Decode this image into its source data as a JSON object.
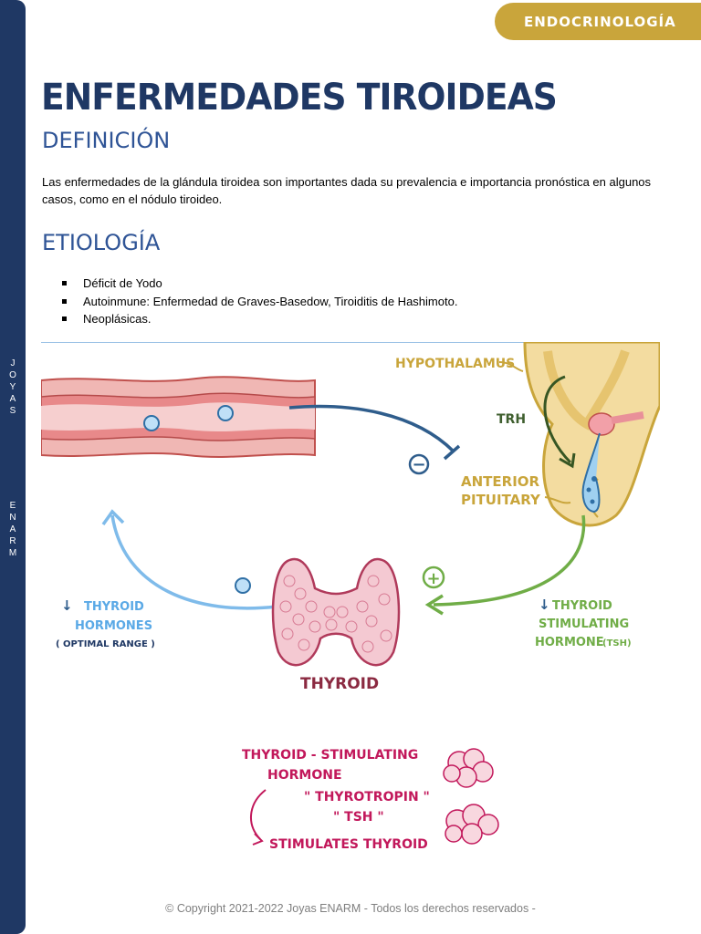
{
  "header": {
    "tag": "ENDOCRINOLOGÍA"
  },
  "sidebar": {
    "word1": [
      "J",
      "O",
      "Y",
      "A",
      "S"
    ],
    "word2": [
      "E",
      "N",
      "A",
      "R",
      "M"
    ]
  },
  "title": "ENFERMEDADES TIROIDEAS",
  "definicion": {
    "heading": "DEFINICIÓN",
    "text": "Las enfermedades de la glándula tiroidea son importantes dada su prevalencia e importancia pronóstica en algunos casos, como en el nódulo tiroideo."
  },
  "etiologia": {
    "heading": "ETIOLOGÍA",
    "items": [
      "Déficit de Yodo",
      "Autoinmune: Enfermedad de Graves-Basedow, Tiroiditis de Hashimoto.",
      "Neoplásicas."
    ]
  },
  "diagram": {
    "hypothalamus": "HYPOTHALAMUS",
    "trh": "TRH",
    "anterior": "ANTERIOR",
    "pituitary": "PITUITARY",
    "minus": "−",
    "plus": "+",
    "down_arrow": "↓",
    "thyroid_hormones_1": "THYROID",
    "thyroid_hormones_2": "HORMONES",
    "optimal_range": "( OPTIMAL RANGE )",
    "tsh_1": "THYROID",
    "tsh_2": "STIMULATING",
    "tsh_3": "HORMONE",
    "tsh_abbr": "(TSH)",
    "thyroid": "THYROID"
  },
  "note": {
    "line1": "THYROID - STIMULATING",
    "line2": "HORMONE",
    "line3": "\" THYROTROPIN \"",
    "line4": "\" TSH \"",
    "line5": "STIMULATES THYROID"
  },
  "footer": "© Copyright 2021-2022 Joyas ENARM  - Todos los derechos reservados  -",
  "colors": {
    "navy": "#1f3864",
    "gold": "#c9a53b",
    "heading_blue": "#2f5496",
    "vessel": "#e8a3a6",
    "thyroid_pink": "#f4c9d2",
    "hormone_blue": "#5aa9e6",
    "green": "#6aa84f",
    "maroon": "#8b2a41",
    "note_pink": "#c2185b"
  }
}
